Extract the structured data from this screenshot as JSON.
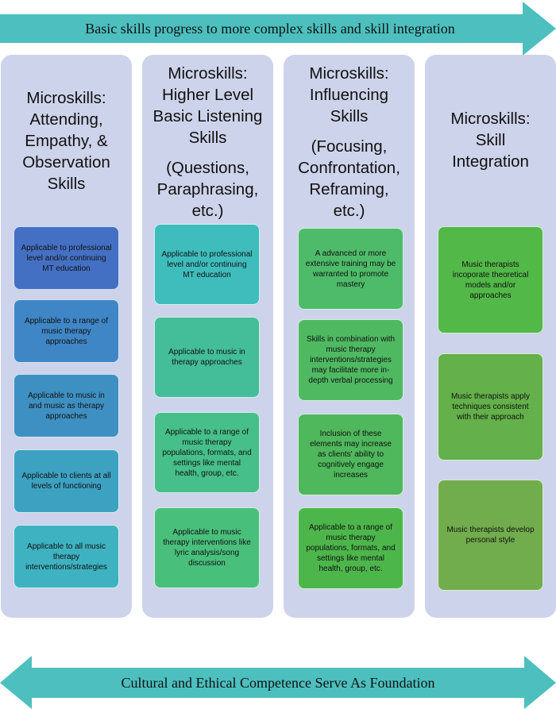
{
  "top_arrow": {
    "text": "Basic skills progress to more complex skills and skill integration"
  },
  "bottom_arrow": {
    "text": "Cultural and Ethical Competence Serve As Foundation"
  },
  "columns": [
    {
      "title": [
        "Microskills:",
        "Attending,",
        "Empathy, &",
        "Observation",
        "Skills"
      ],
      "subtitle": [],
      "boxes": [
        {
          "text": "Applicable to professional level and/or continuing MT education",
          "color": "#4470c4"
        },
        {
          "text": "Applicable to a range of music therapy approaches",
          "color": "#3f86c6"
        },
        {
          "text": "Applicable to music in and music as therapy approaches",
          "color": "#3f90c2"
        },
        {
          "text": "Applicable to clients at all levels of functioning",
          "color": "#3da1c2"
        },
        {
          "text": "Applicable to all music therapy interventions/strategies",
          "color": "#3fb2c1"
        }
      ]
    },
    {
      "title": [
        "Microskills:",
        "Higher Level",
        "Basic Listening",
        "Skills"
      ],
      "subtitle": [
        "(Questions,",
        "Paraphrasing,",
        "etc.)"
      ],
      "boxes": [
        {
          "text": "Applicable to professional level and/or continuing MT education",
          "color": "#3fbcbc"
        },
        {
          "text": "Applicable to music in therapy approaches",
          "color": "#43be98"
        },
        {
          "text": "Applicable to a range of music therapy populations, formats, and settings like mental health, group, etc.",
          "color": "#46bf8a"
        },
        {
          "text": "Applicable to music therapy interventions like lyric analysis/song discussion",
          "color": "#49bf7c"
        }
      ]
    },
    {
      "title": [
        "Microskills:",
        "Influencing",
        "Skills"
      ],
      "subtitle": [
        "(Focusing,",
        "Confrontation,",
        "Reframing,",
        "etc.)"
      ],
      "boxes": [
        {
          "text": "A advanced or more extensive training may be warranted to promote mastery",
          "color": "#4dbb69"
        },
        {
          "text": "Skills in combination with music therapy interventions/strategies may facilitate more in-depth verbal processing",
          "color": "#4fb962"
        },
        {
          "text": "Inclusion of these elements may increase as clients' ability to cognitively engage increases",
          "color": "#4fb75c"
        },
        {
          "text": "Applicable to a range of music therapy populations, formats,  and settings like mental health, group, etc.",
          "color": "#4db64b"
        }
      ]
    },
    {
      "title": [
        "Microskills:",
        "Skill",
        "Integration"
      ],
      "subtitle": [],
      "boxes": [
        {
          "text": "Music therapists incoporate theoretical models and/or approaches",
          "color": "#52b848"
        },
        {
          "text": "Music therapists apply techniques consistent with their approach",
          "color": "#64b04a"
        },
        {
          "text": "Music therapists develop personal style",
          "color": "#72ad4d"
        }
      ]
    }
  ],
  "colors": {
    "arrow": "#4dbfbf",
    "column_bg": "#cdd3ea"
  }
}
